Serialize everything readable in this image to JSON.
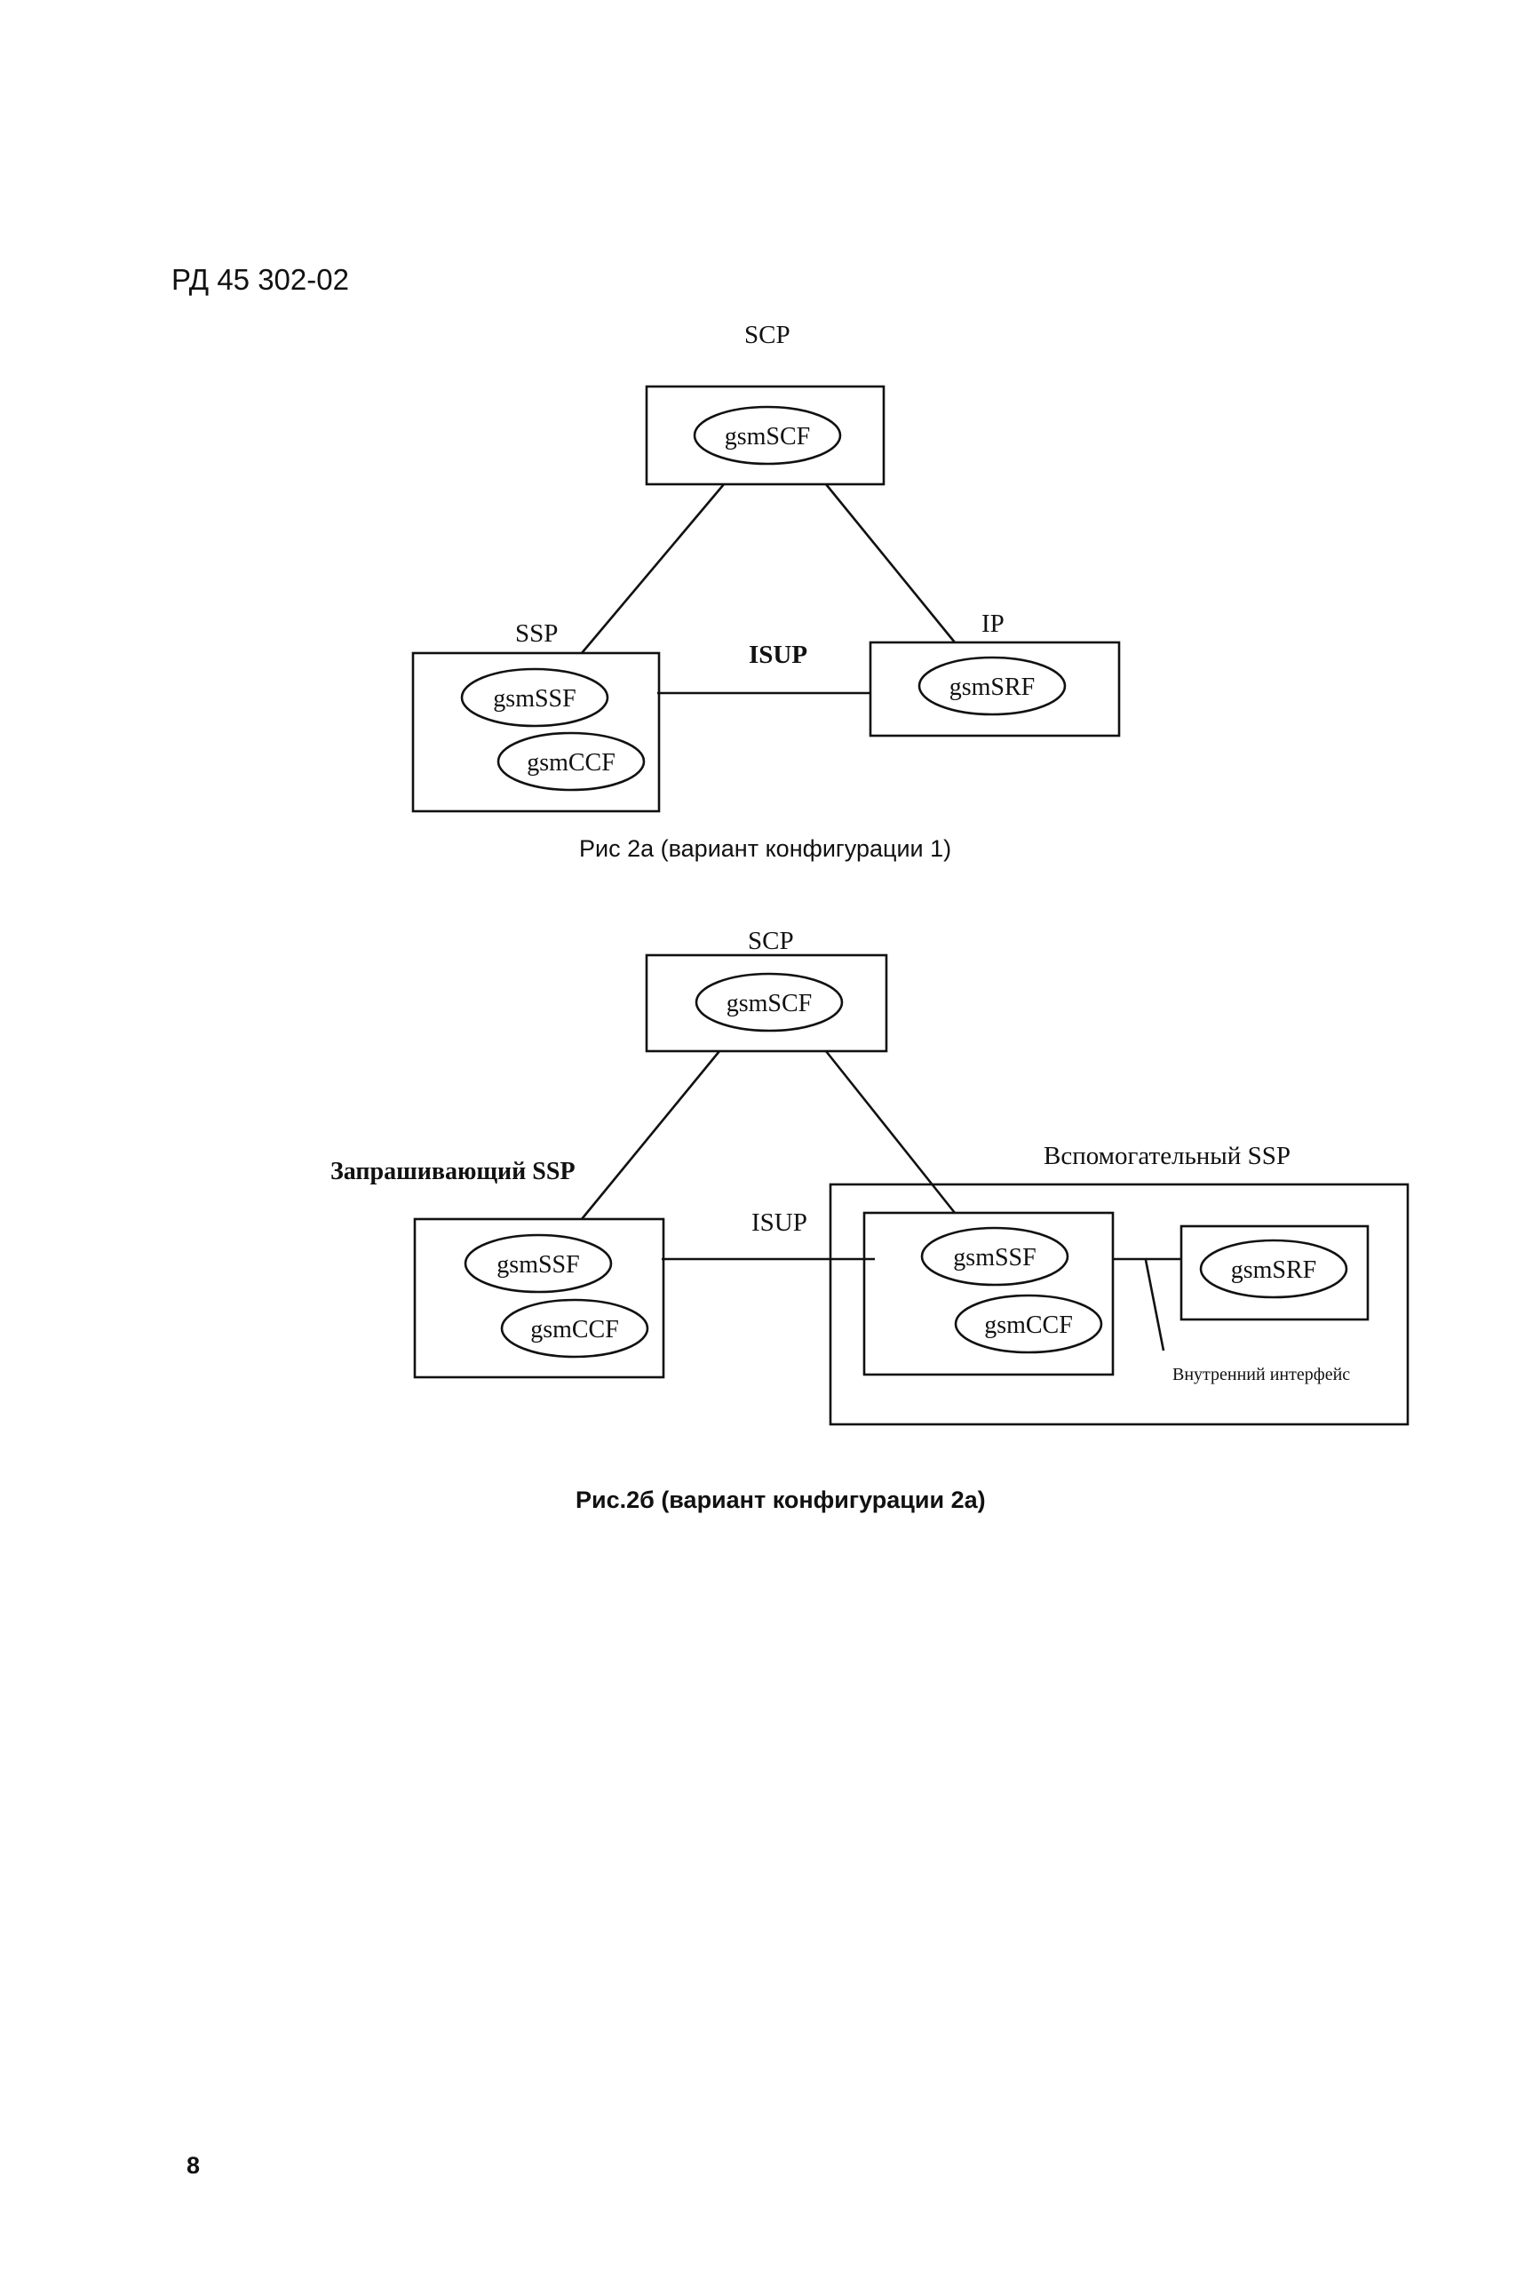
{
  "header": {
    "doc_code": "РД 45 302-02"
  },
  "fig_a": {
    "scp_label": "SCP",
    "scp_node": "gsmSCF",
    "ssp_label": "SSP",
    "ssp_node1": "gsmSSF",
    "ssp_node2": "gsmCCF",
    "ip_label": "IP",
    "ip_node": "gsmSRF",
    "isup_label": "ISUP",
    "caption": "Рис 2а (вариант конфигурации 1)"
  },
  "fig_b": {
    "scp_label": "SCP",
    "scp_node": "gsmSCF",
    "req_ssp_label": "Запрашивающий SSP",
    "req_node1": "gsmSSF",
    "req_node2": "gsmCCF",
    "isup_label": "ISUP",
    "aux_ssp_label": "Вспомогательный SSP",
    "aux_node1": "gsmSSF",
    "aux_node2": "gsmCCF",
    "srf_node": "gsmSRF",
    "internal_label": "Внутренний интерфейс",
    "caption": "Рис.2б (вариант конфигурации 2а)"
  },
  "footer": {
    "page_number": "8"
  }
}
